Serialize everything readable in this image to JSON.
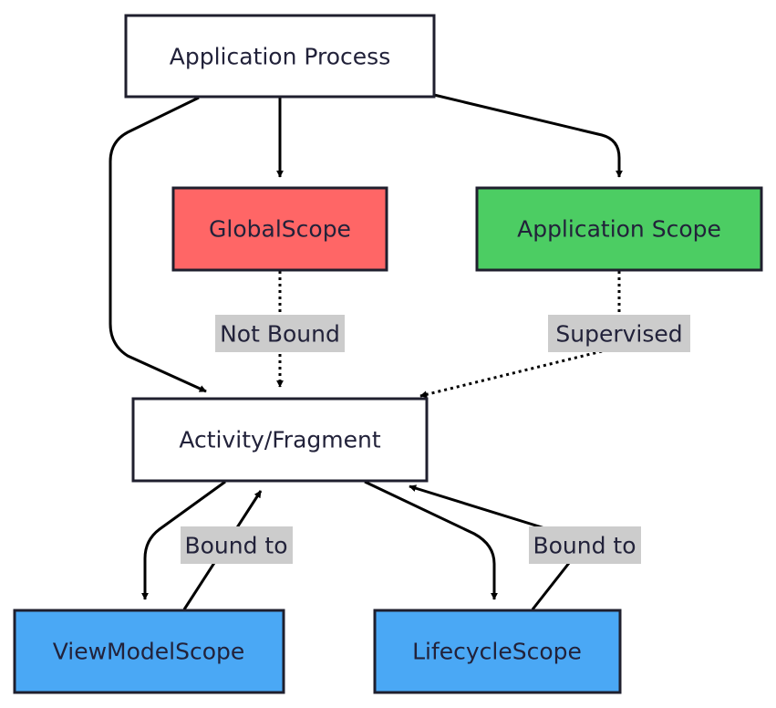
{
  "nodes": {
    "app_process": {
      "label": "Application Process",
      "fill": "#ffffff"
    },
    "global_scope": {
      "label": "GlobalScope",
      "fill": "#ff6666"
    },
    "app_scope": {
      "label": "Application Scope",
      "fill": "#4ccd63"
    },
    "activity": {
      "label": "Activity/Fragment",
      "fill": "#ffffff"
    },
    "viewmodel_scope": {
      "label": "ViewModelScope",
      "fill": "#4aa8f5"
    },
    "lifecycle_scope": {
      "label": "LifecycleScope",
      "fill": "#4aa8f5"
    }
  },
  "edges": [
    {
      "from": "app_process",
      "to": "global_scope",
      "style": "solid",
      "label": ""
    },
    {
      "from": "app_process",
      "to": "app_scope",
      "style": "solid",
      "label": ""
    },
    {
      "from": "app_process",
      "to": "activity",
      "style": "solid",
      "label": ""
    },
    {
      "from": "global_scope",
      "to": "activity",
      "style": "dotted",
      "label": "Not Bound"
    },
    {
      "from": "app_scope",
      "to": "activity",
      "style": "dotted",
      "label": "Supervised"
    },
    {
      "from": "activity",
      "to": "viewmodel_scope",
      "style": "solid",
      "label": ""
    },
    {
      "from": "viewmodel_scope",
      "to": "activity",
      "style": "solid",
      "label": "Bound to"
    },
    {
      "from": "activity",
      "to": "lifecycle_scope",
      "style": "solid",
      "label": ""
    },
    {
      "from": "lifecycle_scope",
      "to": "activity",
      "style": "solid",
      "label": "Bound to"
    }
  ],
  "edge_labels": {
    "not_bound": "Not Bound",
    "supervised": "Supervised",
    "viewmodel_bound_to": "Bound to",
    "lifecycle_bound_to": "Bound to"
  },
  "colors": {
    "label_bg": "#cccccc",
    "stroke": "#1f1f2e"
  }
}
